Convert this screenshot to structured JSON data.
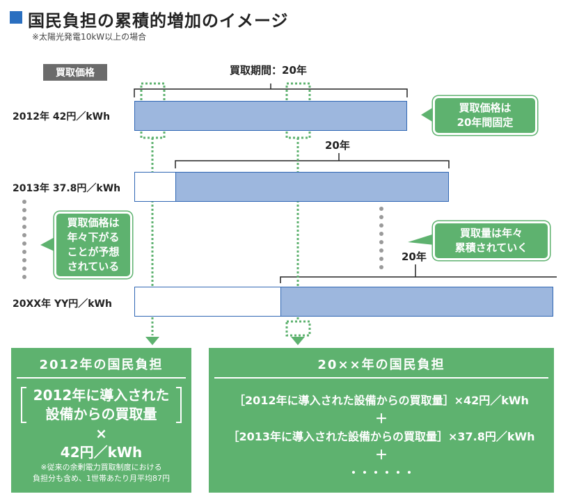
{
  "header": {
    "title": "国民負担の累積的増加のイメージ",
    "subtitle": "※太陽光発電10kW以上の場合"
  },
  "labels": {
    "price_tag": "買取価格",
    "period_top": "買取期間：20年",
    "years_20": "20年"
  },
  "rows": [
    {
      "label": "2012年 42円／kWh"
    },
    {
      "label": "2013年 37.8円／kWh"
    },
    {
      "label": "20XX年 YY円／kWh"
    }
  ],
  "callouts": {
    "fixed": [
      "買取価格は",
      "20年間固定"
    ],
    "decreasing": [
      "買取価格は",
      "年々下がる",
      "ことが予想",
      "されている"
    ],
    "accumulate": [
      "買取量は年々",
      "累積されていく"
    ]
  },
  "box_left": {
    "title": "2012年の国民負担",
    "line1": "2012年に導入された",
    "line2": "設備からの買取量",
    "times": "×",
    "price": "42円／kWh",
    "note1": "※従来の余剰電力買取制度における",
    "note2": "負担分も含め、1世帯あたり月平均87円"
  },
  "box_right": {
    "title": "20××年の国民負担",
    "formula1": "［2012年に導入された設備からの買取量］×42円／kWh",
    "plus1": "＋",
    "formula2": "［2013年に導入された設備からの買取量］×37.8円／kWh",
    "plus2": "＋",
    "dots": "・・・・・・"
  },
  "colors": {
    "bar_fill": "#9db7de",
    "bar_border": "#2f66b3",
    "green": "#5eb26f",
    "title_square": "#2a6fc0",
    "tag_gray": "#6b6b6b"
  }
}
